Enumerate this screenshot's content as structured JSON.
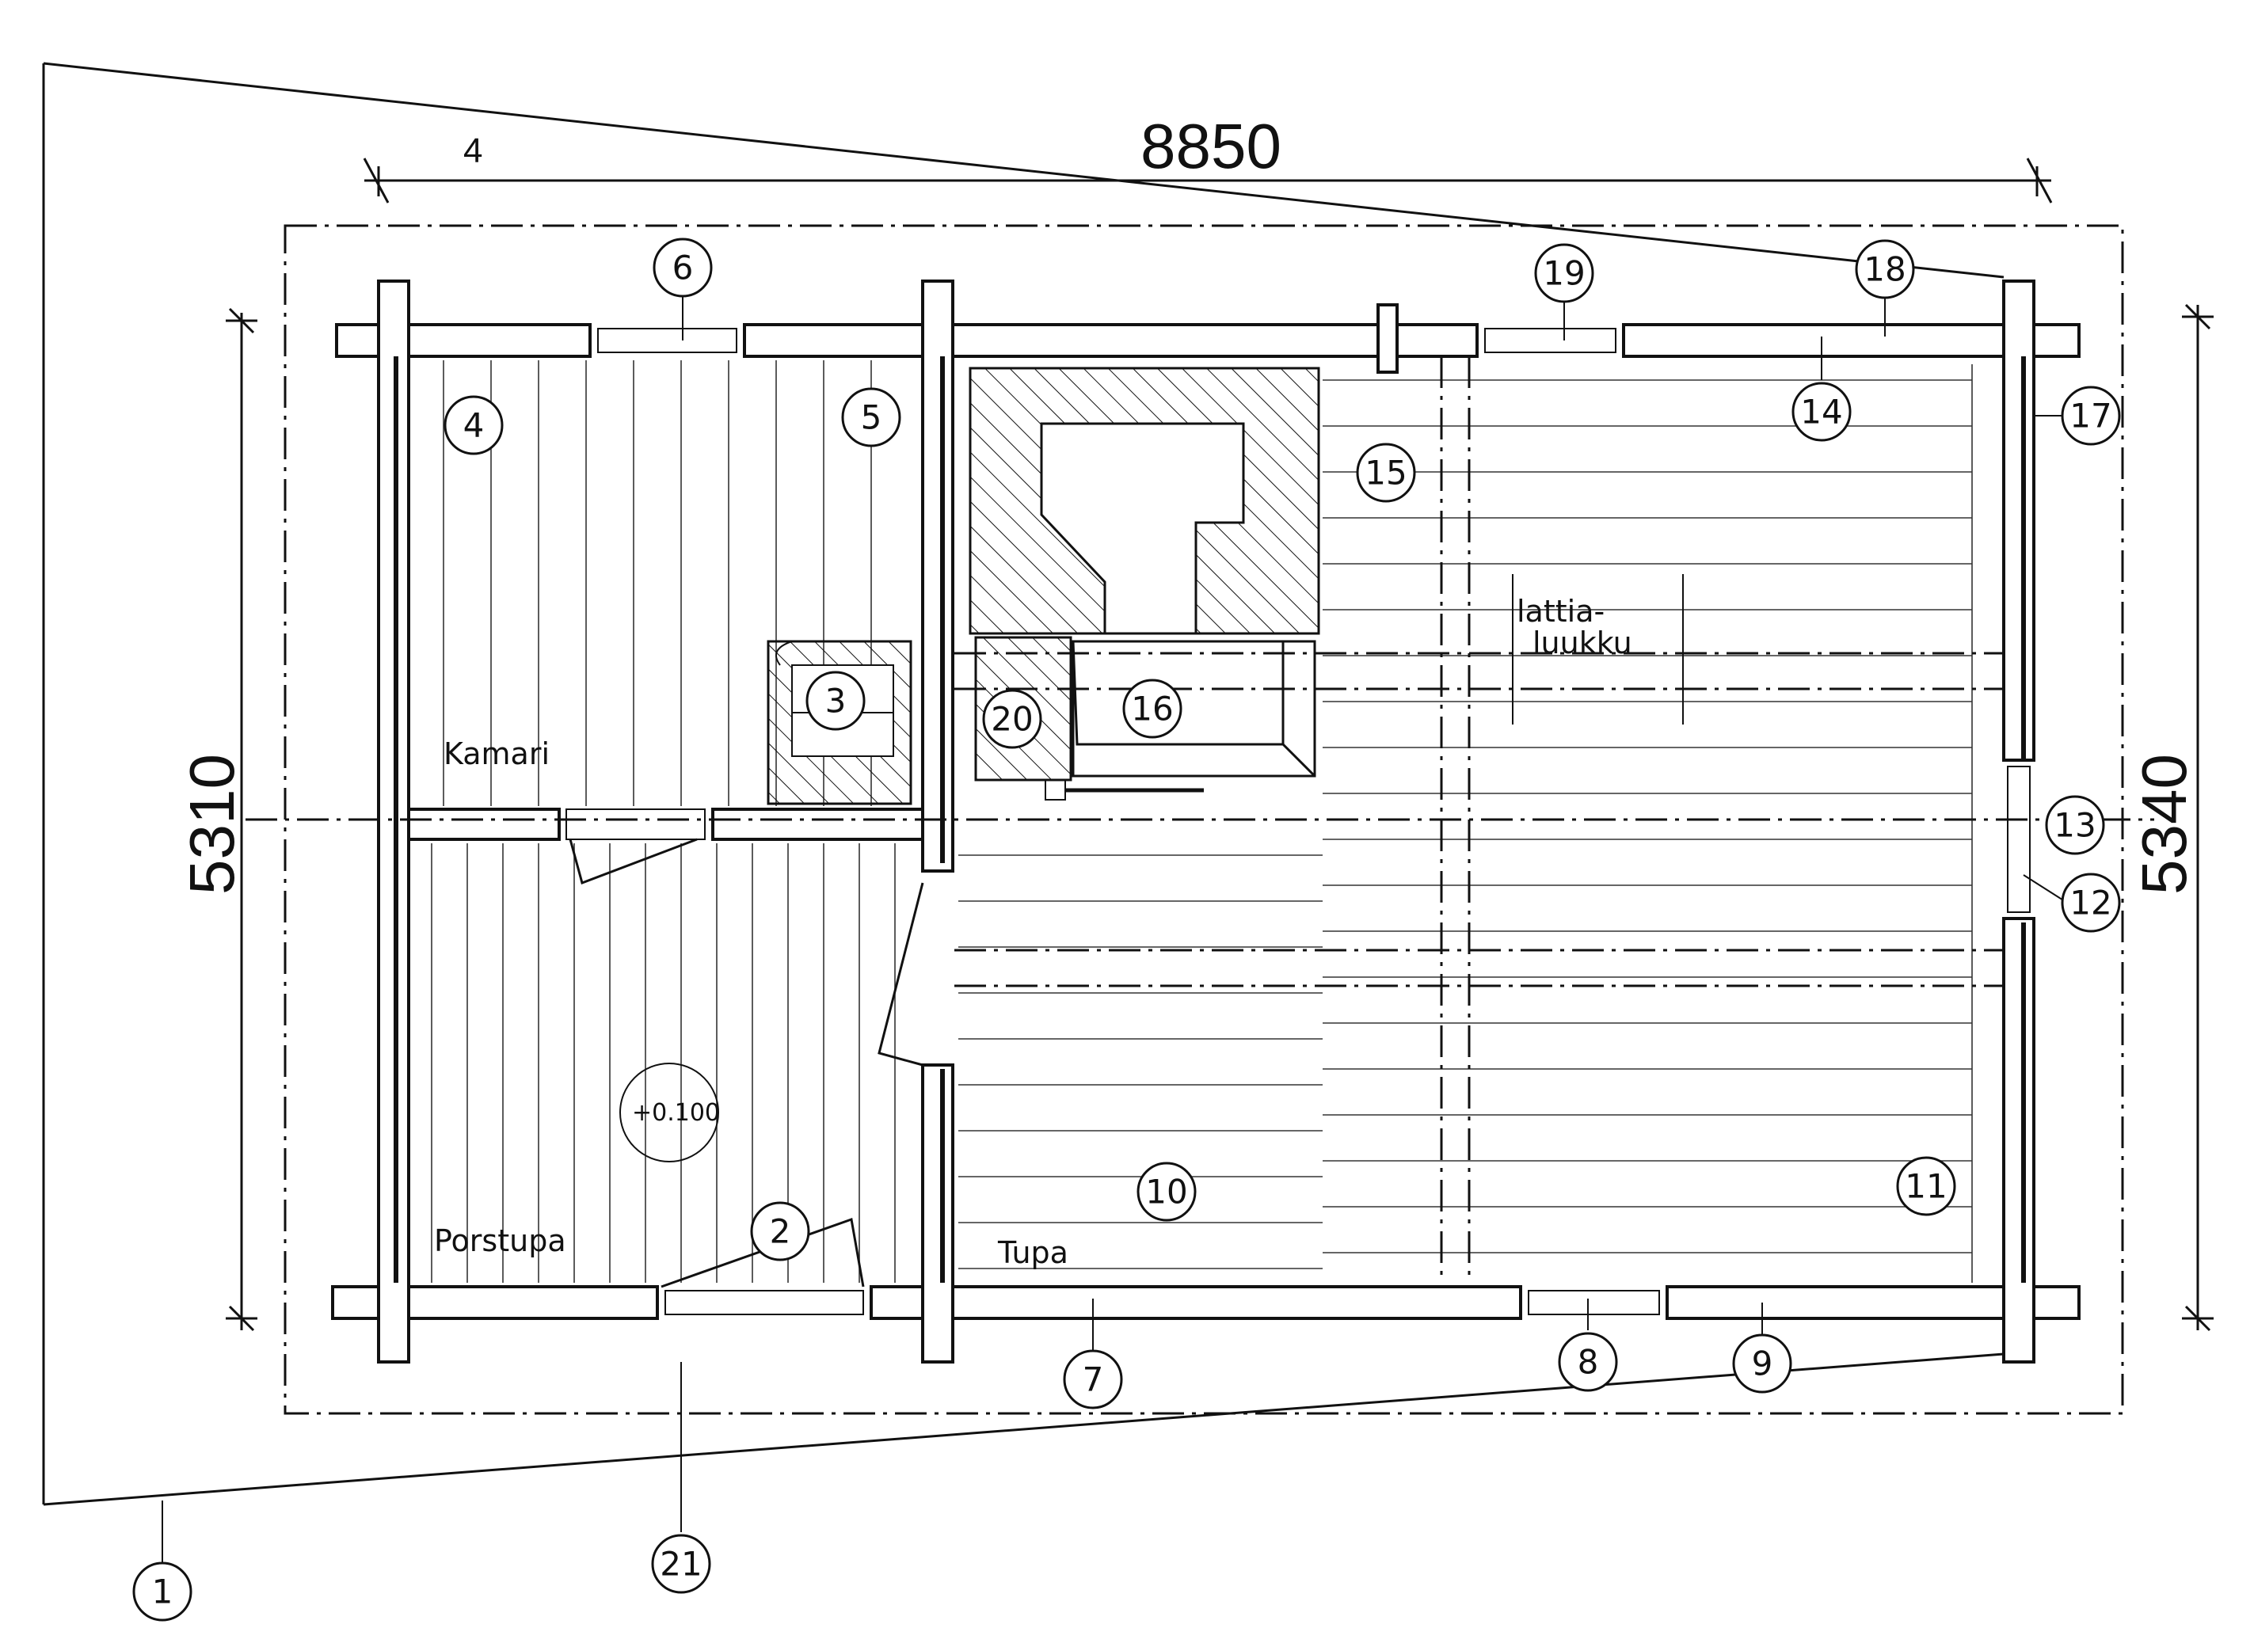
{
  "dimensions": {
    "top_length": "8850",
    "left_height": "5310",
    "right_height": "5340",
    "top_small": "4"
  },
  "rooms": {
    "kamari": "Kamari",
    "porstupa": "Porstupa",
    "tupa": "Tupa",
    "hatch": [
      "lattia-",
      "luukku"
    ]
  },
  "level": "+0.100",
  "callouts": [
    "1",
    "2",
    "3",
    "4",
    "5",
    "6",
    "7",
    "8",
    "9",
    "10",
    "11",
    "12",
    "13",
    "14",
    "15",
    "16",
    "17",
    "18",
    "19",
    "20",
    "21"
  ]
}
